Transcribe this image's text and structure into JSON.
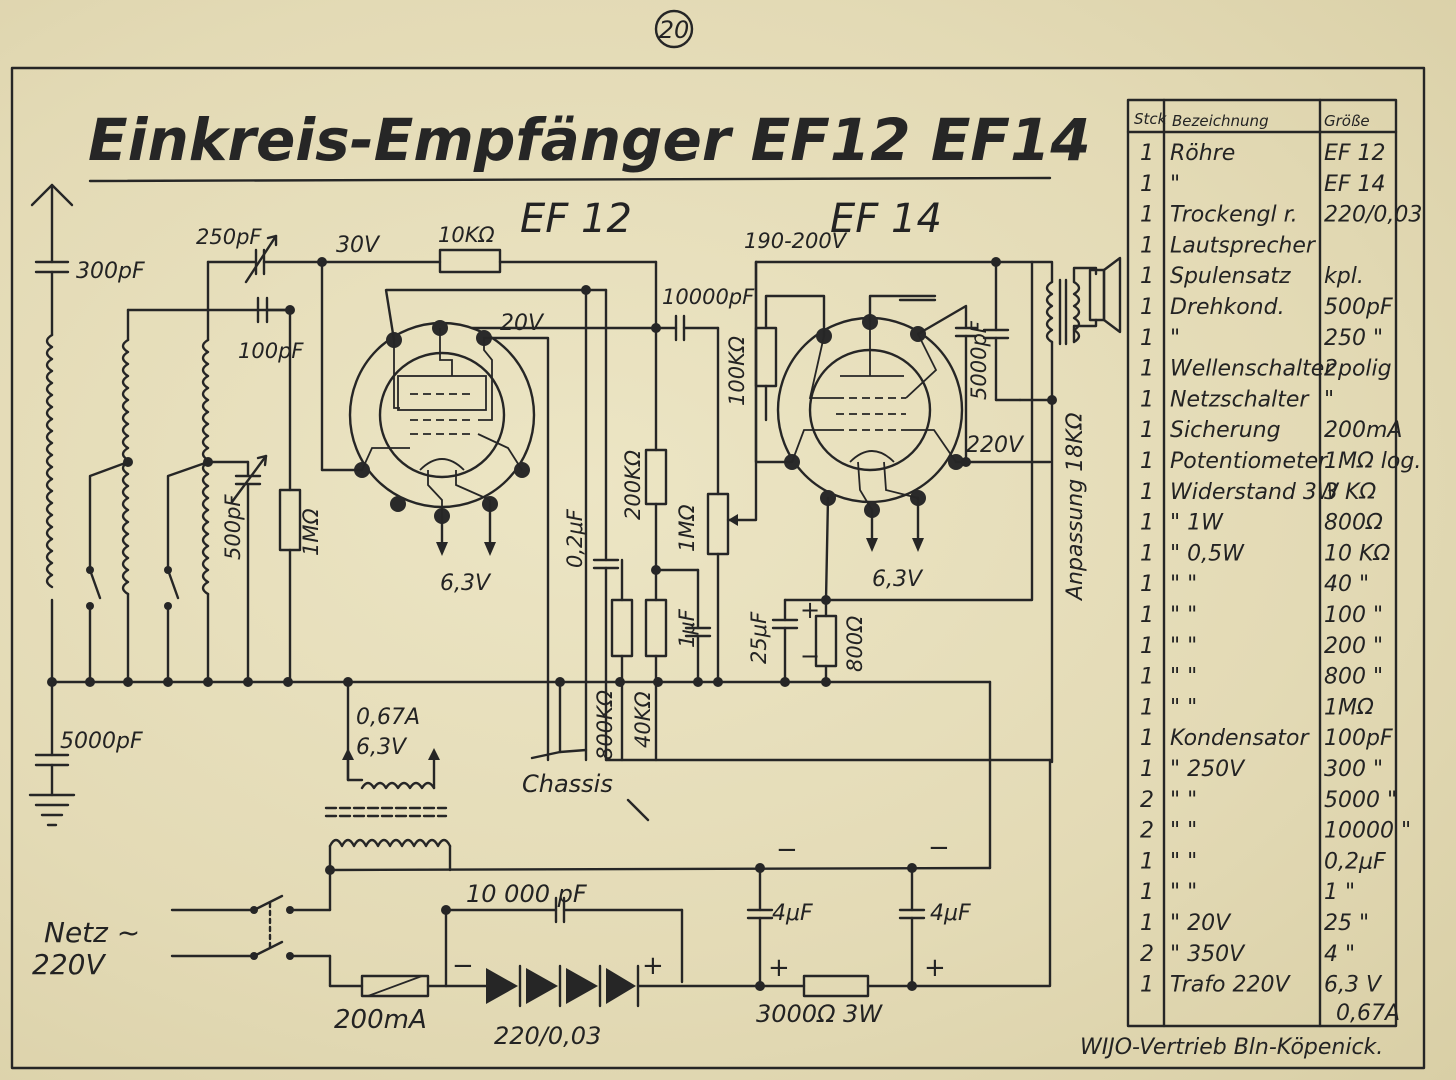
{
  "page_number": "20",
  "title": "Einkreis-Empfänger EF12  EF14",
  "tubes": {
    "tube1": "EF 12",
    "tube2": "EF 14"
  },
  "labels": {
    "c_ant": "300pF",
    "c_250": "250pF",
    "c_100": "100pF",
    "c_500": "500pF",
    "r_1m": "1MΩ",
    "v_30": "30V",
    "r_10k": "10KΩ",
    "v_20": "20V",
    "v_190": "190-200V",
    "c_10000": "10000pF",
    "r_100k": "100KΩ",
    "c_5000_out": "5000pF",
    "adapt": "Anpassung 18KΩ",
    "v_220": "220V",
    "fil1": "6,3V",
    "fil2": "6,3V",
    "c_02": "0,2μF",
    "r_200k": "200KΩ",
    "pot_1m": "1MΩ",
    "c_1u": "1μF",
    "c_25u": "25μF",
    "r_800": "800Ω",
    "r_800k": "800KΩ",
    "r_40k": "40KΩ",
    "c_5000_gnd": "5000pF",
    "tr_a": "0,67A",
    "tr_v": "6,3V",
    "chassis": "Chassis",
    "mains_1": "Netz ~",
    "mains_2": "220V",
    "fuse": "200mA",
    "c_10000_ps": "10 000 pF",
    "rect": "220/0,03",
    "c_4u_a": "4μF",
    "c_4u_b": "4μF",
    "r_3000": "3000Ω 3W",
    "plus_a": "+",
    "plus_b": "+",
    "plus_c": "+",
    "minus_a": "−",
    "minus_b": "−",
    "minus_c": "−",
    "plus_25": "+",
    "minus_25": "−"
  },
  "parts_list": {
    "headers": [
      "Stck",
      "Bezeichnung",
      "Größe"
    ],
    "rows": [
      [
        "1",
        "Röhre",
        "EF 12"
      ],
      [
        "1",
        "\"",
        "EF 14"
      ],
      [
        "1",
        "Trockengl r.",
        "220/0,03"
      ],
      [
        "1",
        "Lautsprecher",
        ""
      ],
      [
        "1",
        "Spulensatz",
        "kpl."
      ],
      [
        "1",
        "Drehkond.",
        "500pF"
      ],
      [
        "1",
        "\"",
        "250 \""
      ],
      [
        "1",
        "Wellenschalter",
        "2polig"
      ],
      [
        "1",
        "Netzschalter",
        "\""
      ],
      [
        "1",
        "Sicherung",
        "200mA"
      ],
      [
        "1",
        "Potentiometer",
        "1MΩ log."
      ],
      [
        "1",
        "Widerstand 3W",
        "3 KΩ"
      ],
      [
        "1",
        "\"   1W",
        "800Ω"
      ],
      [
        "1",
        "\"   0,5W",
        "10 KΩ"
      ],
      [
        "1",
        "\"   \"",
        "40 \""
      ],
      [
        "1",
        "\"   \"",
        "100 \""
      ],
      [
        "1",
        "\"   \"",
        "200 \""
      ],
      [
        "1",
        "\"   \"",
        "800 \""
      ],
      [
        "1",
        "\"   \"",
        "1MΩ"
      ],
      [
        "1",
        "Kondensator",
        "100pF"
      ],
      [
        "1",
        "\"   250V",
        "300 \""
      ],
      [
        "2",
        "\"   \"",
        "5000 \""
      ],
      [
        "2",
        "\"   \"",
        "10000 \""
      ],
      [
        "1",
        "\"   \"",
        "0,2μF"
      ],
      [
        "1",
        "\"   \"",
        "1 \""
      ],
      [
        "1",
        "\"   20V",
        "25 \""
      ],
      [
        "2",
        "\"   350V",
        "4 \""
      ],
      [
        "1",
        "Trafo  220V",
        "6,3 V"
      ]
    ],
    "last_extra": "0,67A"
  },
  "footer": "WIJO-Vertrieb Bln-Köpenick."
}
